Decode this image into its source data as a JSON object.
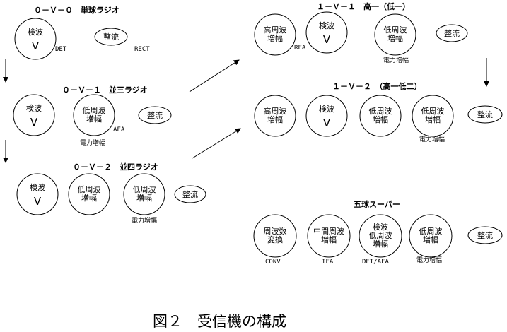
{
  "figure": {
    "caption": "図２　受信機の構成"
  },
  "sections": [
    {
      "title": "０－Ｖ－０　単球ラジオ",
      "stages": [
        {
          "label": "検波",
          "symbol": "Ⅴ",
          "tag": "DET"
        },
        {
          "label": "整流",
          "tag": "RECT"
        }
      ]
    },
    {
      "title": "０－Ｖ－１　並三ラジオ",
      "stages": [
        {
          "label": "検波",
          "symbol": "Ⅴ"
        },
        {
          "label": "低周波\n増幅",
          "tag": "AFA",
          "note": "電力増幅"
        },
        {
          "label": "整流"
        }
      ]
    },
    {
      "title": "０－Ｖ－２　並四ラジオ",
      "stages": [
        {
          "label": "検波",
          "symbol": "Ⅴ"
        },
        {
          "label": "低周波\n増幅"
        },
        {
          "label": "低周波\n増幅",
          "note": "電力増幅"
        },
        {
          "label": "整流"
        }
      ]
    },
    {
      "title": "１－Ｖ－１　高一（低一）",
      "stages": [
        {
          "label": "高周波\n増幅",
          "tag": "RFA"
        },
        {
          "label": "検波",
          "symbol": "Ⅴ"
        },
        {
          "label": "低周波\n増幅",
          "note": "電力増幅"
        },
        {
          "label": "整流"
        }
      ]
    },
    {
      "title": "１－Ｖ－２　（高一低二）",
      "stages": [
        {
          "label": "高周波\n増幅"
        },
        {
          "label": "検波",
          "symbol": "Ⅴ"
        },
        {
          "label": "低周波\n増幅"
        },
        {
          "label": "低周波\n増幅",
          "note": "電力増幅"
        },
        {
          "label": "整流"
        }
      ]
    },
    {
      "title": "五球スーパー",
      "stages": [
        {
          "label": "周波数\n変換",
          "tag": "CONV"
        },
        {
          "label": "中間周波\n増幅",
          "tag": "IFA"
        },
        {
          "label": "検波\n低周波\n増幅",
          "tag": "DET/AFA"
        },
        {
          "label": "低周波\n増幅",
          "note": "電力増幅"
        },
        {
          "label": "整流"
        }
      ]
    }
  ]
}
